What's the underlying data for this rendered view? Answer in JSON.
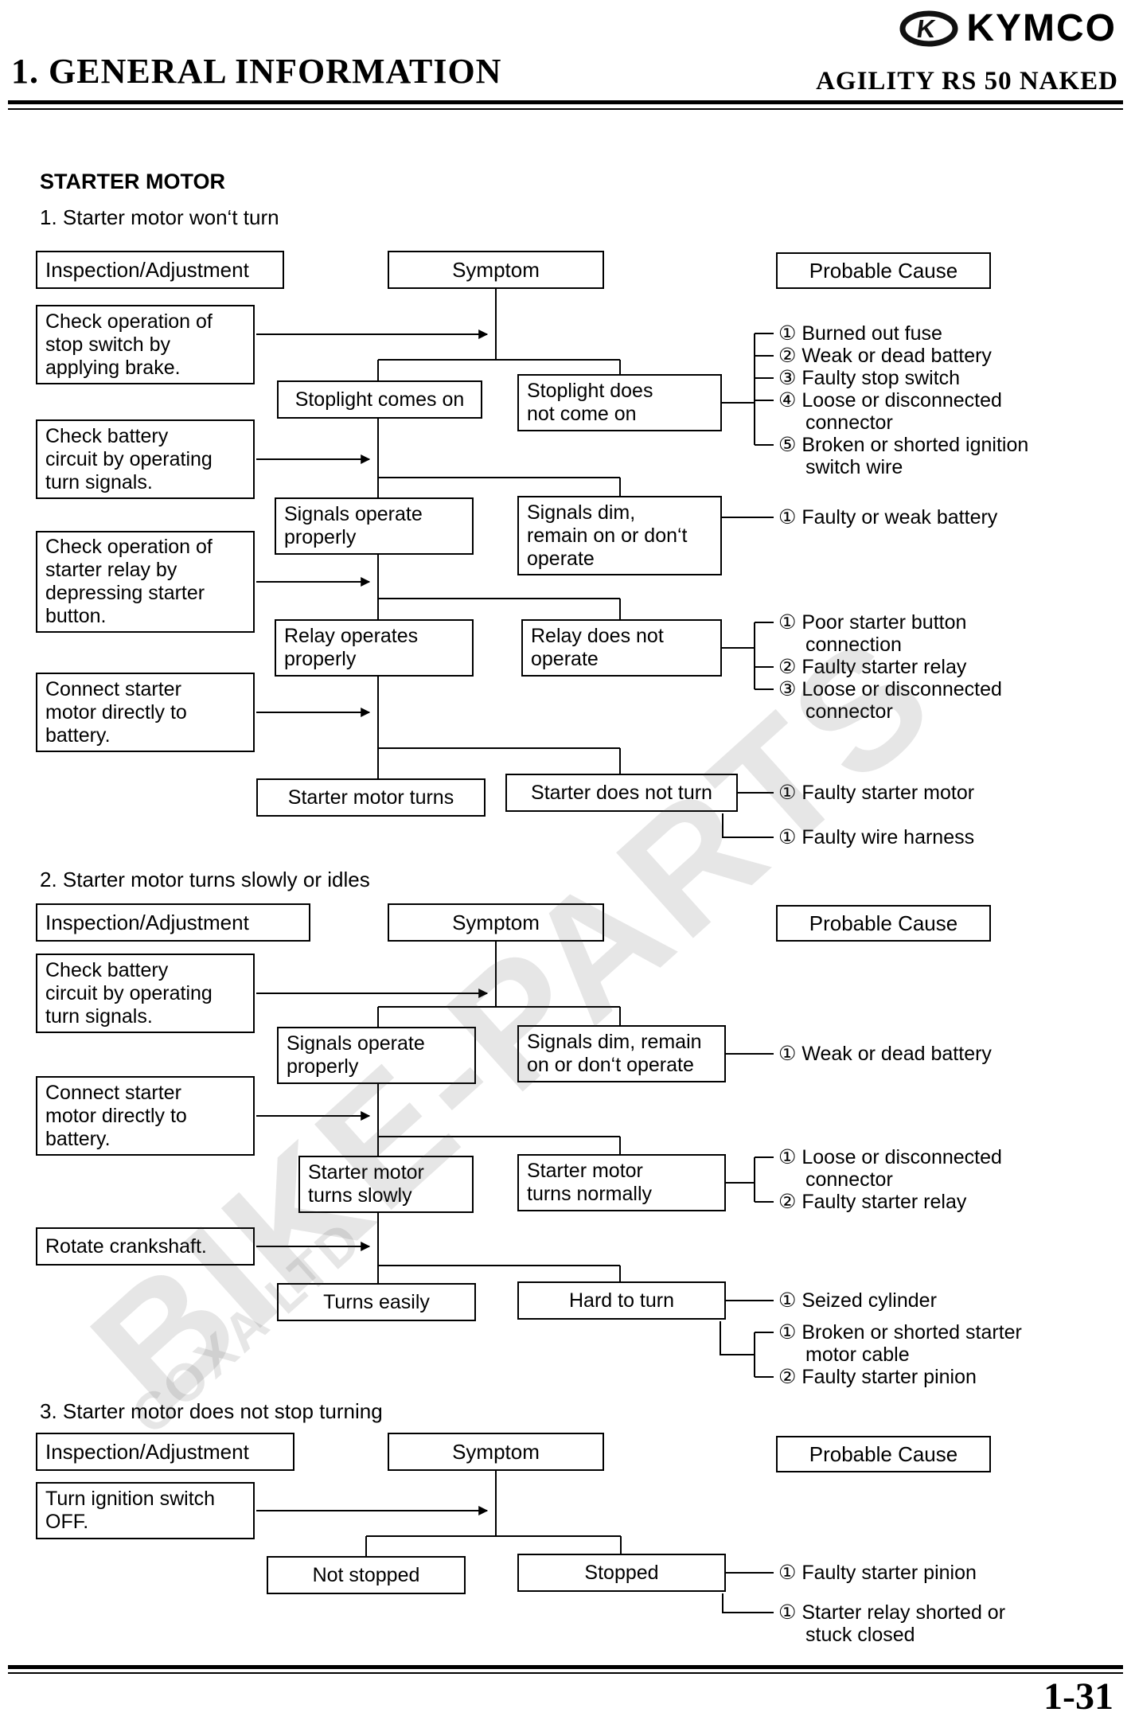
{
  "header": {
    "logo_text": "KYMCO",
    "title": "1. GENERAL INFORMATION",
    "model": "AGILITY RS 50 NAKED"
  },
  "watermark": {
    "main": "BIKE-PARTS",
    "sub": "COXA LTD"
  },
  "footer": {
    "page_number": "1-31"
  },
  "section1": {
    "heading": "STARTER MOTOR",
    "title": "1. Starter motor won‘t turn",
    "col_inspection": "Inspection/Adjustment",
    "col_symptom": "Symptom",
    "col_cause": "Probable Cause",
    "inspections": [
      "Check operation of\nstop switch by\napplying brake.",
      "Check battery\ncircuit by operating\nturn signals.",
      "Check operation of\nstarter relay by\ndepressing starter\nbutton.",
      "Connect starter\nmotor directly to\nbattery."
    ],
    "symptoms": {
      "ok1": "Stoplight comes on",
      "bad1": "Stoplight does\nnot come on",
      "ok2": "Signals operate\nproperly",
      "bad2": "Signals dim,\nremain on or don‘t\noperate",
      "ok3": "Relay operates\nproperly",
      "bad3": "Relay does not\noperate",
      "ok4": "Starter motor turns",
      "bad4": "Starter does not turn"
    },
    "causes1": [
      "① Burned out fuse",
      "② Weak or dead battery",
      "③ Faulty stop switch",
      "④ Loose or disconnected\nconnector",
      "⑤ Broken or shorted ignition\nswitch wire"
    ],
    "causes2": [
      "① Faulty or weak battery"
    ],
    "causes3": [
      "① Poor starter button\nconnection",
      "② Faulty starter relay",
      "③ Loose or disconnected\nconnector"
    ],
    "causes4": [
      "① Faulty starter motor"
    ],
    "causes5": [
      "① Faulty wire harness"
    ]
  },
  "section2": {
    "title": "2. Starter motor turns slowly or idles",
    "col_inspection": "Inspection/Adjustment",
    "col_symptom": "Symptom",
    "col_cause": "Probable Cause",
    "inspections": [
      "Check battery\ncircuit by operating\nturn signals.",
      "Connect starter\nmotor directly to\nbattery.",
      "Rotate crankshaft."
    ],
    "symptoms": {
      "ok1": "Signals operate\nproperly",
      "bad1": "Signals dim, remain\non or don‘t operate",
      "ok2": "Starter motor\nturns slowly",
      "bad2": "Starter motor\nturns normally",
      "ok3": "Turns easily",
      "bad3": "Hard to turn"
    },
    "causes1": [
      "① Weak or dead battery"
    ],
    "causes2": [
      "① Loose or disconnected\nconnector",
      "② Faulty starter relay"
    ],
    "causes3": [
      "① Seized cylinder"
    ],
    "causes4": [
      "① Broken or shorted starter\nmotor cable",
      "② Faulty starter pinion"
    ]
  },
  "section3": {
    "title": "3. Starter motor does not stop turning",
    "col_inspection": "Inspection/Adjustment",
    "col_symptom": "Symptom",
    "col_cause": "Probable Cause",
    "inspections": [
      "Turn ignition switch\nOFF."
    ],
    "symptoms": {
      "ok1": "Not stopped",
      "bad1": "Stopped"
    },
    "causes1": [
      "① Faulty starter pinion"
    ],
    "causes2": [
      "① Starter relay shorted or\nstuck closed"
    ]
  }
}
